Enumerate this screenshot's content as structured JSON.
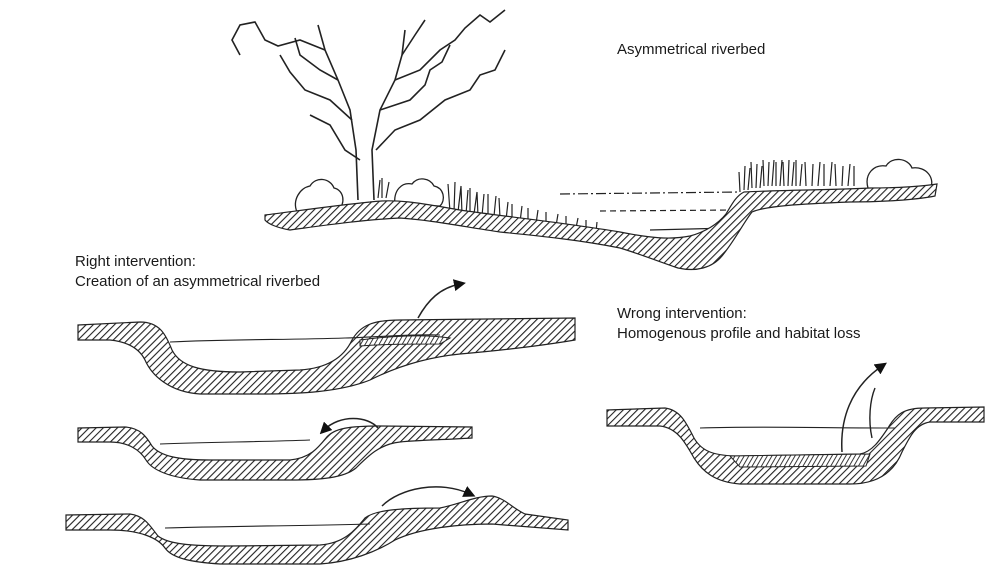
{
  "labels": {
    "asymmetrical": "Asymmetrical riverbed",
    "right_title": "Right intervention:",
    "right_sub": "Creation of an asymmetrical riverbed",
    "wrong_title": "Wrong intervention:",
    "wrong_sub": "Homogenous profile and habitat loss"
  },
  "colors": {
    "ink": "#222222",
    "background": "#ffffff"
  }
}
